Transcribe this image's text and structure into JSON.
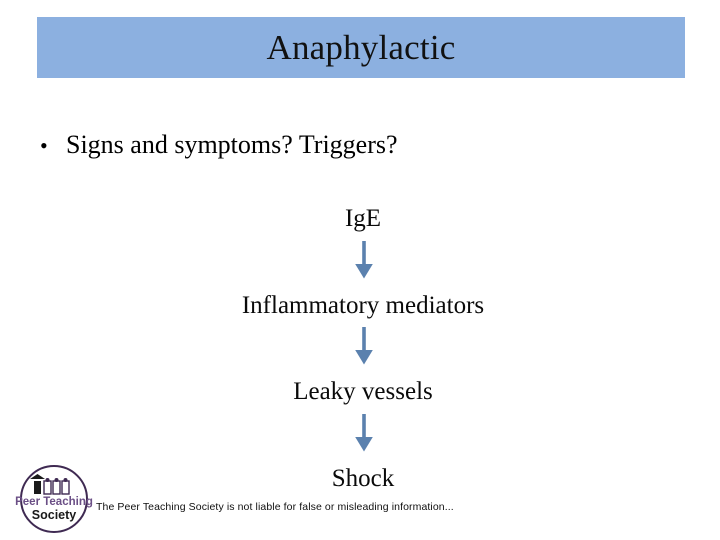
{
  "slide": {
    "title": "Anaphylactic",
    "title_band_color": "#8cb0e0",
    "background_color": "#ffffff"
  },
  "bullets": [
    {
      "marker": "•",
      "text": "Signs and symptoms? Triggers?"
    }
  ],
  "flow": {
    "arrow_color": "#5b81ae",
    "arrow_icon_name": "down-arrow-icon",
    "nodes": [
      {
        "label": "IgE"
      },
      {
        "label": "Inflammatory mediators"
      },
      {
        "label": "Leaky vessels"
      },
      {
        "label": "Shock"
      }
    ]
  },
  "logo": {
    "line1": "Peer Teaching",
    "line2": "Society",
    "ring_color": "#3f2a52",
    "line1_color": "#6b4f86",
    "line2_color": "#1a1a1a"
  },
  "footer": {
    "disclaimer": "The Peer Teaching Society is not liable for false or misleading information..."
  }
}
